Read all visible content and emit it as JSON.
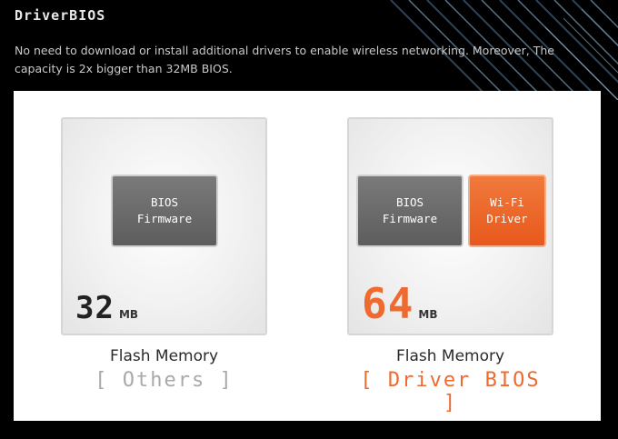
{
  "header": {
    "title": "DriverBIOS",
    "description": "No need to download or install additional drivers to enable wireless networking. Moreover, The capacity is 2x bigger than 32MB BIOS."
  },
  "left_card": {
    "bios_label": "BIOS\nFirmware",
    "capacity": "32",
    "unit": "MB",
    "title": "Flash Memory",
    "subtitle": "[ Others ]"
  },
  "right_card": {
    "bios_label": "BIOS\nFirmware",
    "wifi_label": "Wi-Fi\nDriver",
    "capacity": "64",
    "unit": "MB",
    "title": "Flash Memory",
    "subtitle": "[ Driver BIOS ]"
  },
  "colors": {
    "accent_orange": "#ee6a2e",
    "bios_gray": "#6b6b6b",
    "background": "#000000"
  }
}
